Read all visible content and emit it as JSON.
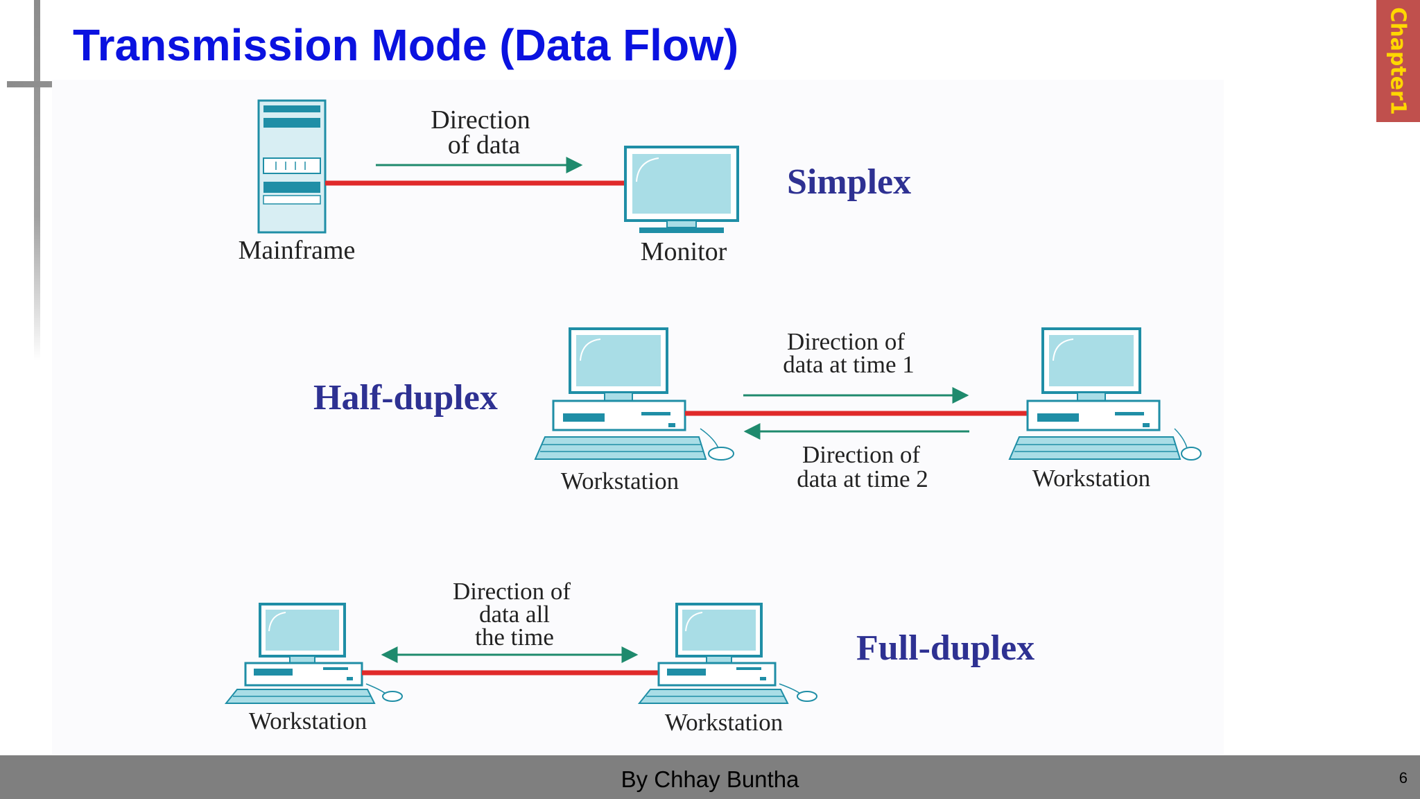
{
  "slide": {
    "title": "Transmission Mode (Data Flow)",
    "chapter_tab": "Chapter1",
    "footer_text": "By Chhay Buntha",
    "page_number": "6"
  },
  "colors": {
    "title": "#0a12e0",
    "chapter_tab_bg": "#c0504d",
    "chapter_tab_text": "#ffd700",
    "footer_bg": "#7f7f7f",
    "mode_label": "#2e3192",
    "link_line": "#e02a2a",
    "arrow": "#1f8a6d",
    "device_fill": "#a9dde6",
    "device_stroke": "#1f8ea6"
  },
  "diagram": {
    "simplex": {
      "label": "Simplex",
      "device_a": "Mainframe",
      "device_b": "Monitor",
      "direction_line1": "Direction",
      "direction_line2": "of data"
    },
    "half_duplex": {
      "label": "Half-duplex",
      "device_a": "Workstation",
      "device_b": "Workstation",
      "direction1_line1": "Direction of",
      "direction1_line2": "data at time 1",
      "direction2_line1": "Direction of",
      "direction2_line2": "data at time 2"
    },
    "full_duplex": {
      "label": "Full-duplex",
      "device_a": "Workstation",
      "device_b": "Workstation",
      "direction_line1": "Direction of",
      "direction_line2": "data all",
      "direction_line3": "the time"
    }
  }
}
